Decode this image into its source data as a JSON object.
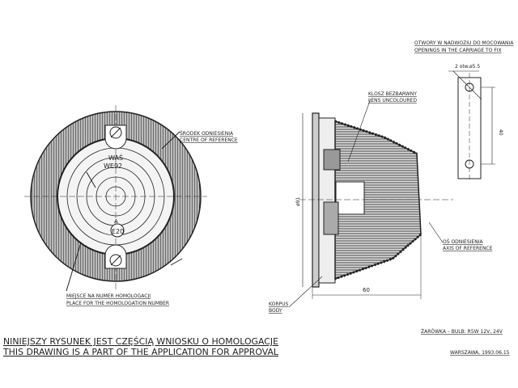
{
  "labels": {
    "openings_pl": "OTWORY W NADWOZIU DO MOCOWANIA",
    "openings_en": "OPENINGS IN THE CARRIAGE TO FIX",
    "holes": "2 otw.ø5.5",
    "dim_40": "40",
    "lens_pl": "KLOSZ BEZBARWNY",
    "lens_en": "LENS UNCOLOURED",
    "centre_pl": "ŚRODEK ODNIESIENIA",
    "centre_en": "CENTRE OF REFERENCE",
    "mark_was": "WAŚ",
    "mark_we": "WE92",
    "mark_a": "A",
    "mark_e": "E20",
    "homolog_pl": "MIEJSCE NA NUMER HOMOLOGACJI",
    "homolog_en": "PLACE FOR THE HOMOLOGATION NUMBER",
    "dim_91": "ø91",
    "dim_60": "60",
    "body_pl": "KORPUS",
    "body_en": "BODY",
    "axis_pl": "OŚ ODNIESIENIA",
    "axis_en": "AXIS OF REFERENCE",
    "bulb": "ŻARÓWKA – BULB: R5W 12V, 24V",
    "place_date": "WARSZAWA, 1993.06.15",
    "footer_pl": "NINIEJSZY RYSUNEK JEST CZĘŚCIĄ WNIOSKU O HOMOLOGACJE",
    "footer_en": "THIS DRAWING IS A PART OF THE APPLICATION FOR APPROVAL"
  }
}
